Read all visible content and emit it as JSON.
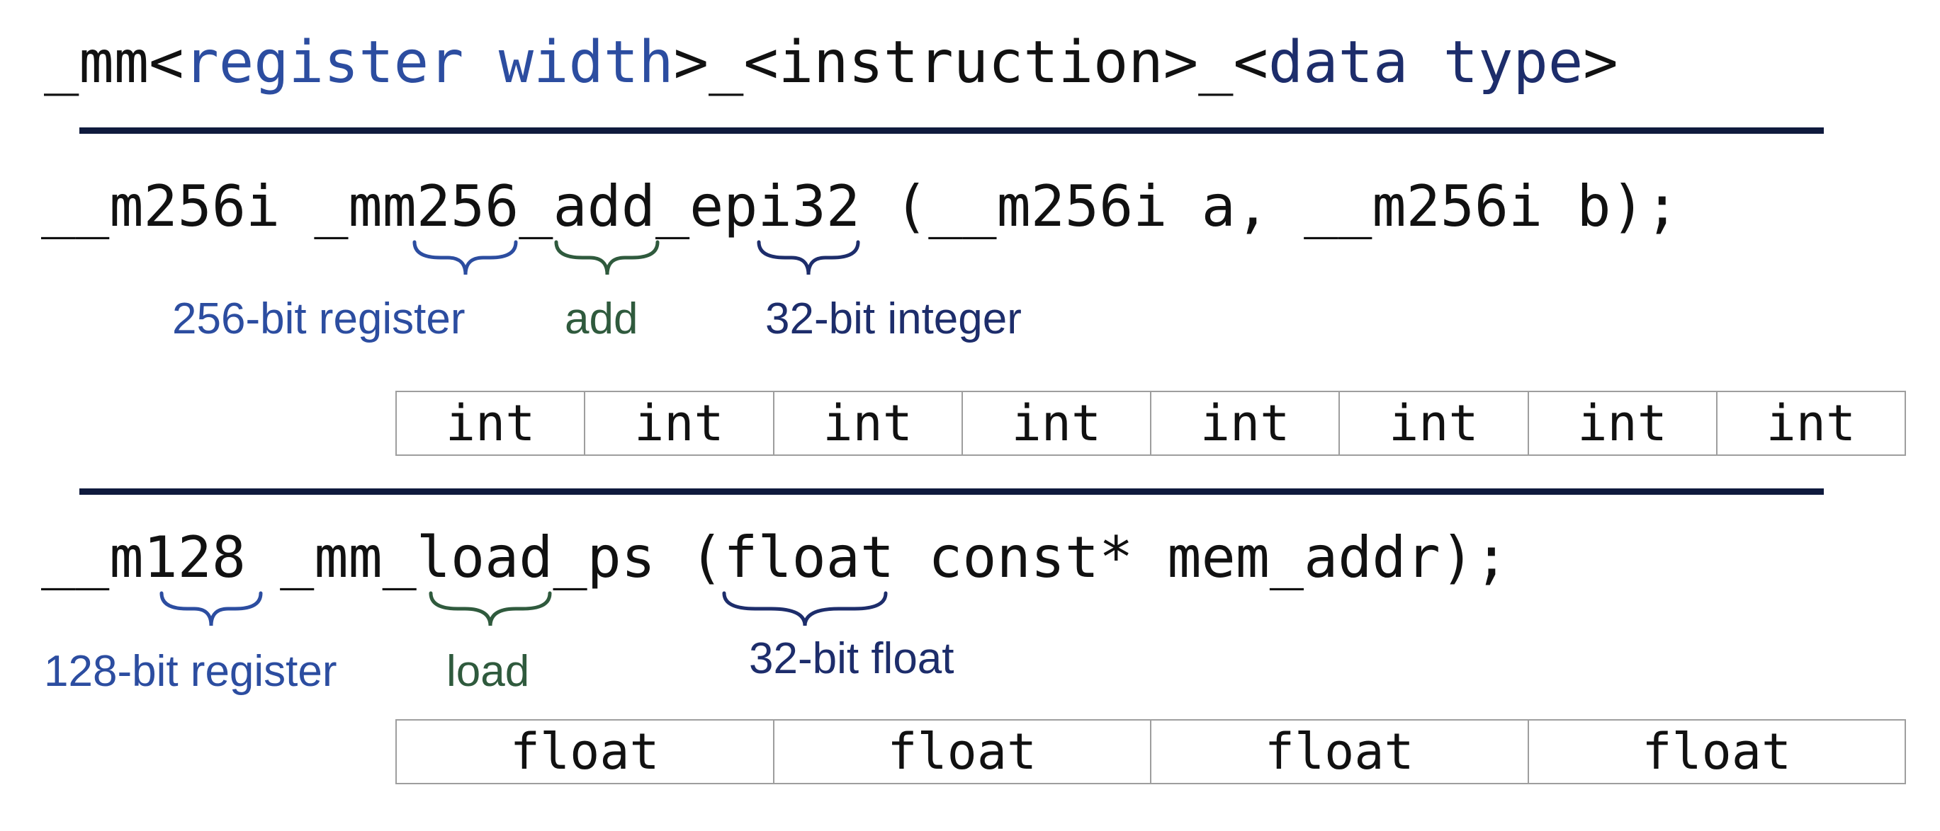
{
  "header": {
    "prefix": "_mm<",
    "register_width": "register width",
    "sep1": ">_<instruction>_<",
    "data_type": "data type",
    "suffix": ">"
  },
  "example1": {
    "signature": "__m256i _mm256_add_epi32 (__m256i a, __m256i b);",
    "labels": {
      "register": "256-bit register",
      "op": "add",
      "type": "32-bit integer"
    },
    "cells": [
      "int",
      "int",
      "int",
      "int",
      "int",
      "int",
      "int",
      "int"
    ]
  },
  "example2": {
    "signature": "__m128 _mm_load_ps (float const* mem_addr);",
    "labels": {
      "register": "128-bit register",
      "op": "load",
      "type": "32-bit float"
    },
    "cells": [
      "float",
      "float",
      "float",
      "float"
    ]
  },
  "colors": {
    "register": "#2c4da0",
    "op": "#2f5a3d",
    "type": "#1d2d6b",
    "rule": "#0f1a3d"
  }
}
